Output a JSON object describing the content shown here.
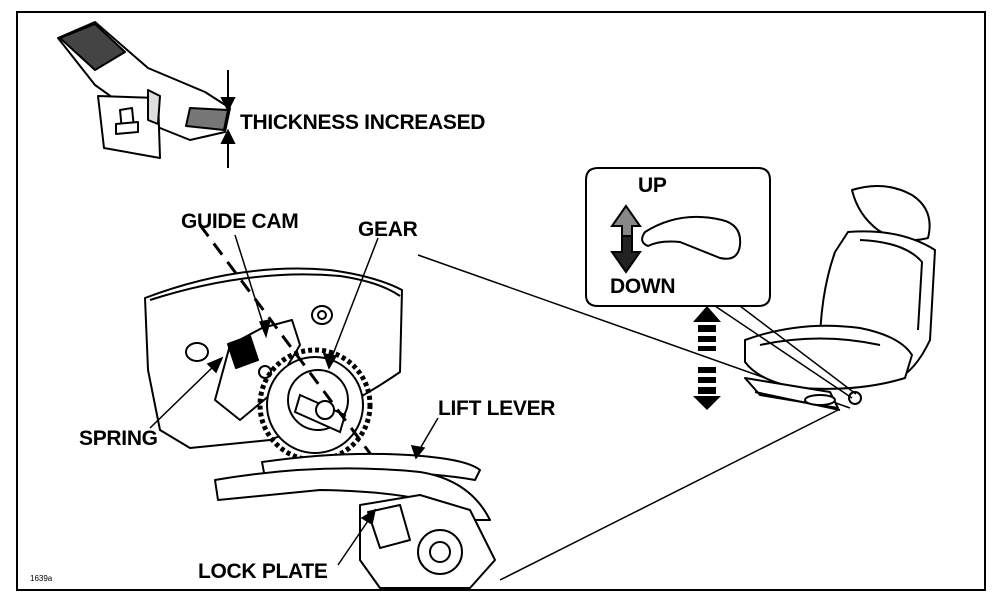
{
  "labels": {
    "thickness": "THICKNESS INCREASED",
    "guide_cam": "GUIDE CAM",
    "gear": "GEAR",
    "up": "UP",
    "down": "DOWN",
    "spring": "SPRING",
    "lift_lever": "LIFT LEVER",
    "lock_plate": "LOCK PLATE",
    "figure_code": "1639a"
  }
}
